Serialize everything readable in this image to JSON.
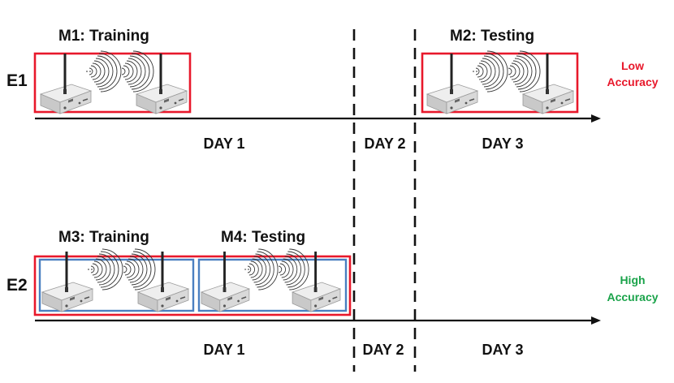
{
  "rows": [
    {
      "label": "E1",
      "phases": [
        {
          "title": "M1: Training"
        },
        {
          "title": "M2: Testing"
        }
      ],
      "days": [
        "DAY 1",
        "DAY 2",
        "DAY 3"
      ],
      "result": {
        "line1": "Low",
        "line2": "Accuracy",
        "color": "#e8182b"
      }
    },
    {
      "label": "E2",
      "phases": [
        {
          "title": "M3: Training"
        },
        {
          "title": "M4: Testing"
        }
      ],
      "days": [
        "DAY 1",
        "DAY 2",
        "DAY 3"
      ],
      "result": {
        "line1": "High",
        "line2": "Accuracy",
        "color": "#1aa34a"
      }
    }
  ],
  "colors": {
    "red_box": "#e8182b",
    "blue_box": "#4a7fc1",
    "axis": "#111111"
  },
  "icons": {
    "device": "wireless-radio-device-icon",
    "signal": "radio-wave-signal-icon"
  }
}
